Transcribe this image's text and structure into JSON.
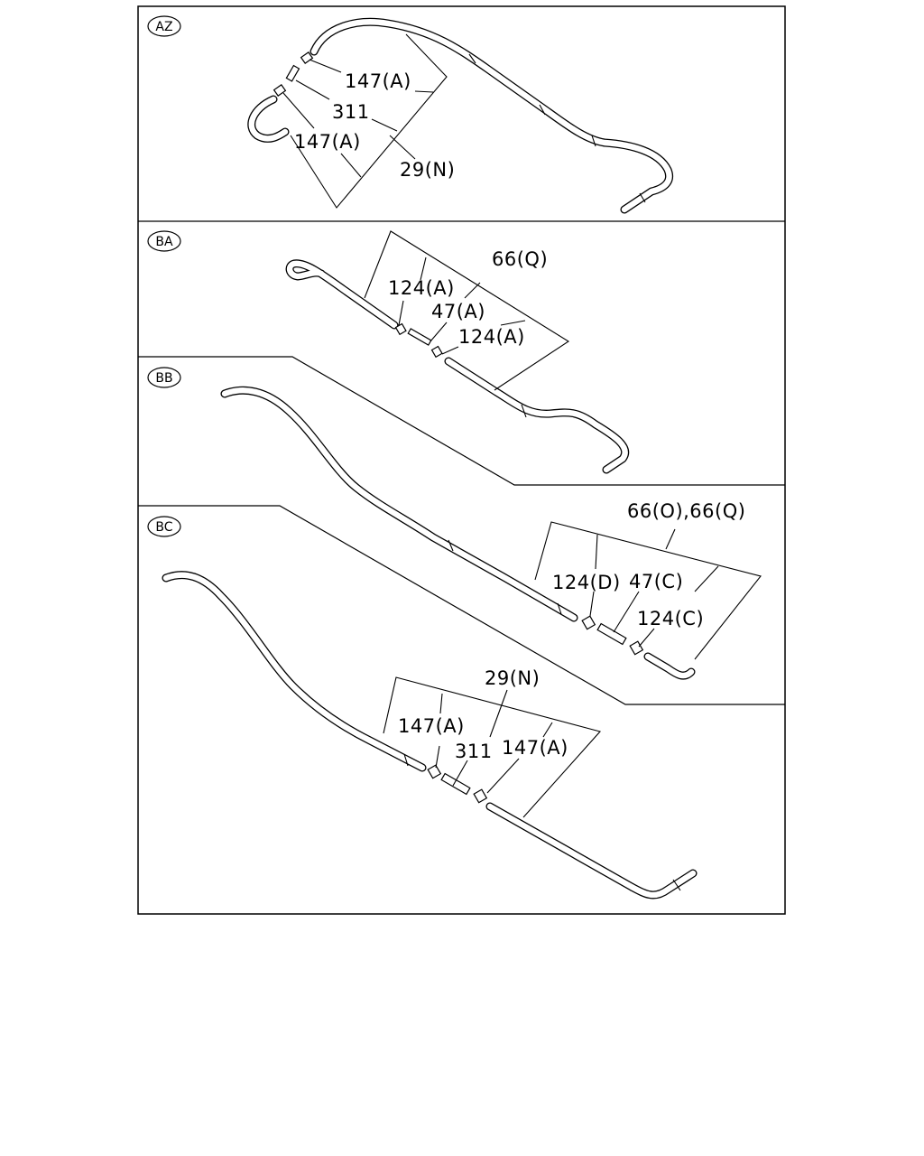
{
  "sections": {
    "az": {
      "badge": "AZ",
      "labels": [
        "147(A)",
        "311",
        "147(A)",
        "29(N)"
      ]
    },
    "ba": {
      "badge": "BA",
      "labels": [
        "66(Q)",
        "124(A)",
        "47(A)",
        "124(A)"
      ]
    },
    "bb": {
      "badge": "BB",
      "labels": [
        "66(O),66(Q)",
        "124(D)",
        "47(C)",
        "124(C)"
      ]
    },
    "bc": {
      "badge": "BC",
      "labels": [
        "29(N)",
        "147(A)",
        "311",
        "147(A)"
      ]
    }
  }
}
